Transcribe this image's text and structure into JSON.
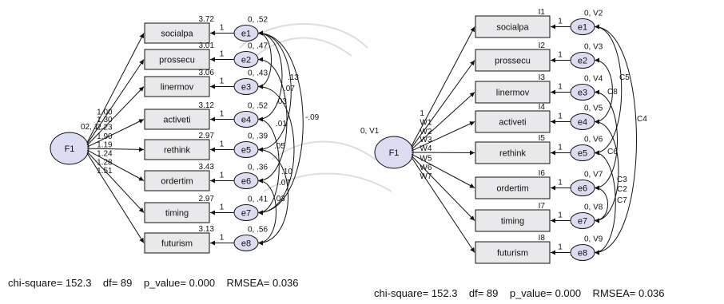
{
  "left": {
    "latent": "F1",
    "latent_stat": "02, 1...",
    "observed": [
      "socialpa",
      "prossecu",
      "linermov",
      "activeti",
      "rethink",
      "ordertim",
      "timing",
      "futurism"
    ],
    "errors": [
      "e1",
      "e2",
      "e3",
      "e4",
      "e5",
      "e6",
      "e7",
      "e8"
    ],
    "loadings": [
      "1.00",
      "1.30",
      "2.23",
      "1.90",
      "1.19",
      "1.24",
      "1.28",
      "1.51"
    ],
    "intercepts": [
      "3.72",
      "3.01",
      "3.06",
      "3.12",
      "2.97",
      "3.43",
      "2.97",
      "3.13"
    ],
    "err_labels": [
      "0, .52",
      "0, .47",
      "0, .43",
      "0, .52",
      "0, .39",
      "0, .36",
      "0, .41",
      "0, .56"
    ],
    "covs": [
      "-.09",
      ".13",
      ".07",
      ".03",
      ".01",
      ".05",
      ".10",
      ".07",
      ".03"
    ],
    "stats": "chi-square= 152.3    df= 89    p_value= 0.000    RMSEA= 0.036"
  },
  "right": {
    "latent": "F1",
    "latent_stat": "0, V1",
    "observed": [
      "socialpa",
      "prossecu",
      "linermov",
      "activeti",
      "rethink",
      "ordertim",
      "timing",
      "futurism"
    ],
    "errors": [
      "e1",
      "e2",
      "e3",
      "e4",
      "e5",
      "e6",
      "e7",
      "e8"
    ],
    "loadings": [
      "1",
      "W1",
      "W2",
      "W3",
      "W4",
      "W5",
      "W6",
      "W7"
    ],
    "intercepts": [
      "I1",
      "I2",
      "I3",
      "I4",
      "I5",
      "I6",
      "I7",
      "I8"
    ],
    "err_labels": [
      "0, V2",
      "0, V3",
      "0, V4",
      "0, V5",
      "0, V6",
      "0, V7",
      "0, V8",
      "0, V9"
    ],
    "covs": [
      "C4",
      "C5",
      "C8",
      "C6",
      "C3",
      "C2",
      "C7"
    ],
    "stats": "chi-square= 152.3    df= 89    p_value= 0.000    RMSEA= 0.036"
  }
}
